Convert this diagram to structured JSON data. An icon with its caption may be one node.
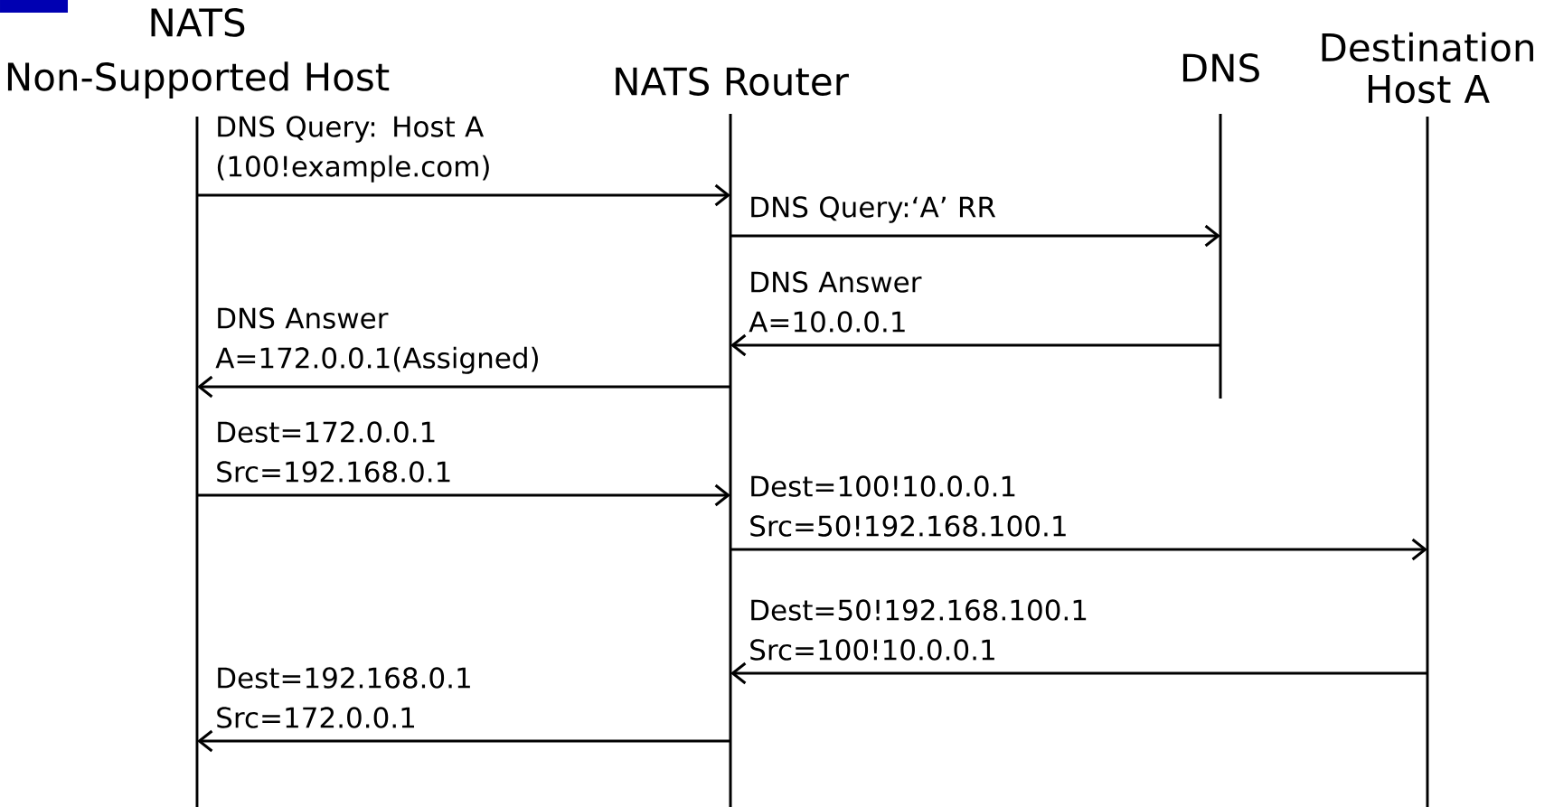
{
  "diagram": {
    "nodes": [
      {
        "text": [
          "NATS",
          "Non-Supported Host"
        ]
      },
      {
        "text": [
          "NATS Router"
        ]
      },
      {
        "text": [
          "DNS"
        ]
      },
      {
        "text": [
          "Destination Host A"
        ]
      }
    ],
    "edges": [
      {
        "from": 0,
        "to": 1,
        "arrow": "to",
        "label": "DNS Query: Host A (100!example.com)"
      },
      {
        "from": 1,
        "to": 2,
        "arrow": "to",
        "label": "DNS Query:‘A’ RR"
      },
      {
        "from": 2,
        "to": 1,
        "arrow": "to",
        "label": "DNS Answer A=10.0.0.1"
      },
      {
        "from": 1,
        "to": 0,
        "arrow": "to",
        "label": "DNS Answer A=172.0.0.1(Assigned)"
      },
      {
        "from": 0,
        "to": 1,
        "arrow": "to",
        "label": "Dest=172.0.0.1 Src=192.168.0.1"
      },
      {
        "from": 1,
        "to": 3,
        "arrow": "to",
        "label": "Dest=100!10.0.0.1 Src=50!192.168.100.1"
      },
      {
        "from": 3,
        "to": 1,
        "arrow": "to",
        "label": "Dest=50!192.168.100.1 Src=100!10.0.0.1"
      },
      {
        "from": 1,
        "to": 0,
        "arrow": "to",
        "label": "Dest=192.168.0.1 Src=172.0.0.1"
      }
    ]
  }
}
